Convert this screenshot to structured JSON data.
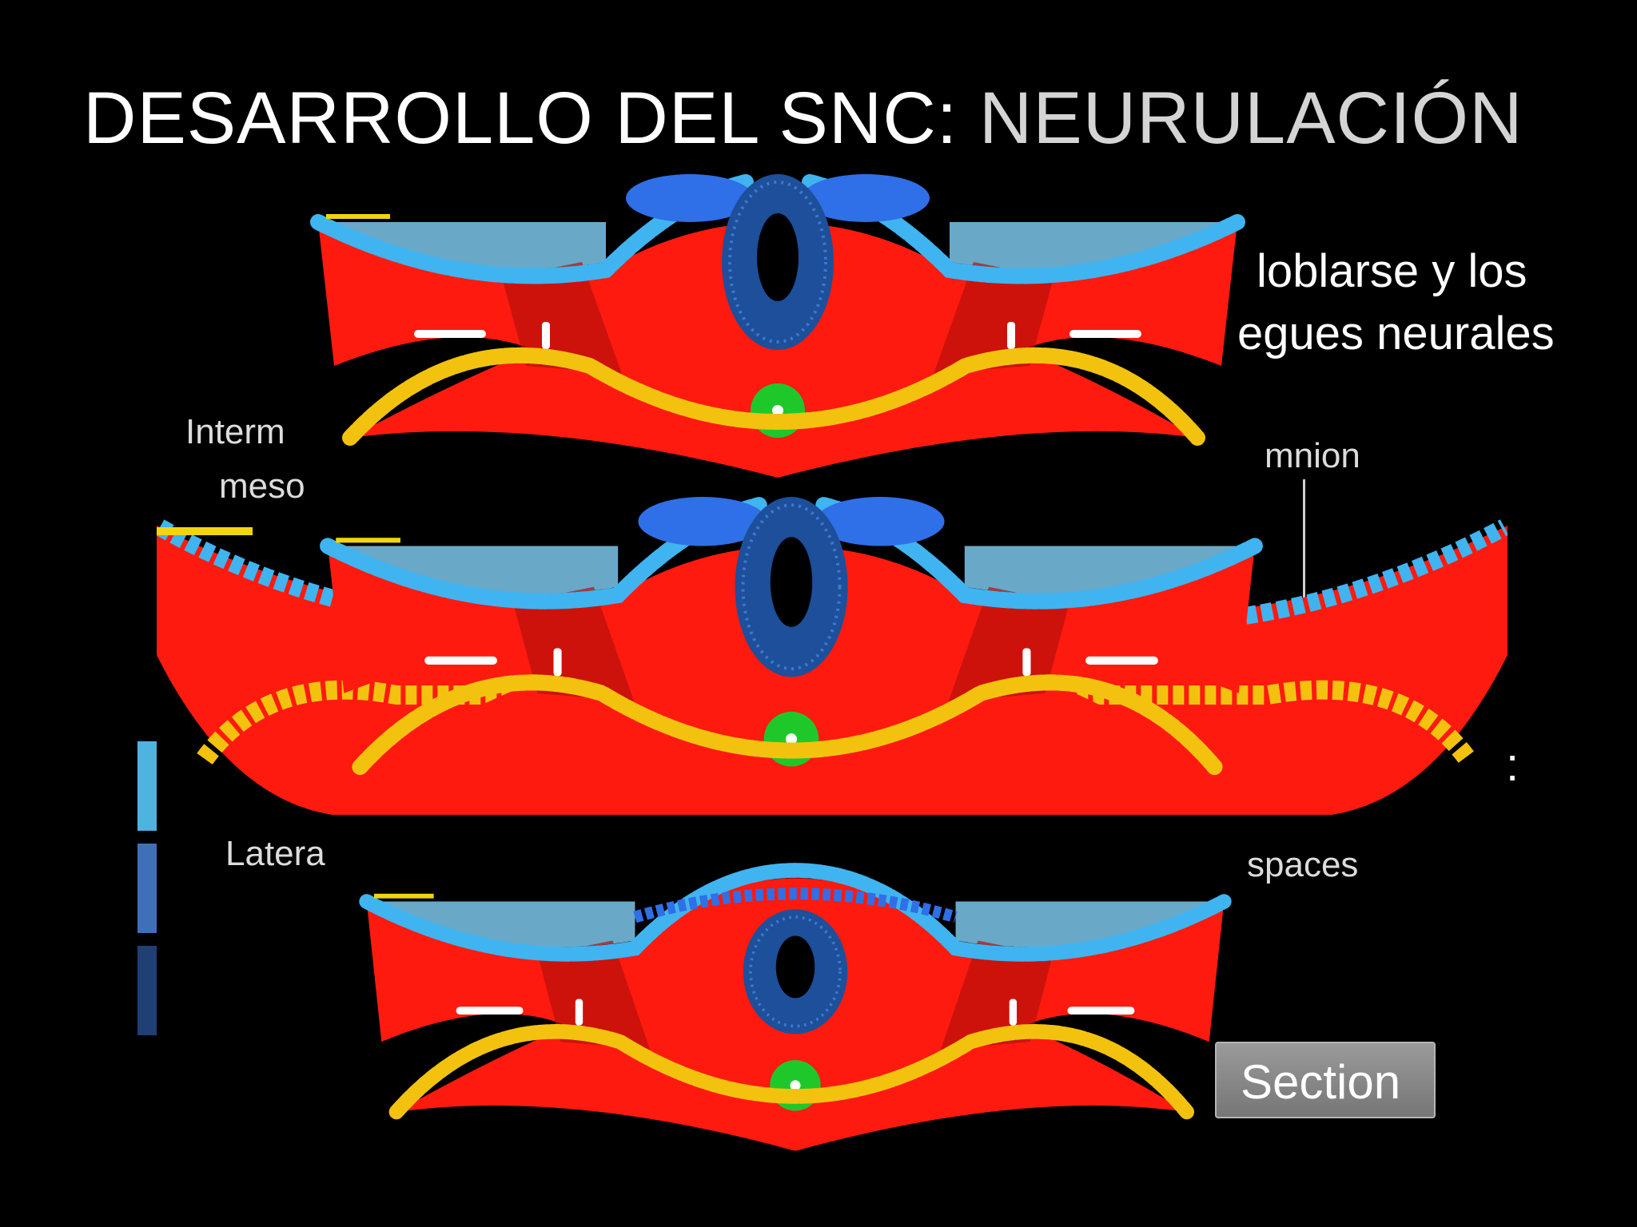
{
  "slide": {
    "title_part1": "DESARROLLO DEL SNC: ",
    "title_part2": "NEURULACIÓN",
    "body_line1": "loblarse y los",
    "body_line2": "egues neurales",
    "colon": ":"
  },
  "labels": {
    "interm": "Interm",
    "meso": "meso",
    "amnion": "mnion",
    "latera": "Latera",
    "spaces": "spaces"
  },
  "button": {
    "section_label": "Section"
  },
  "legend_colors": [
    "#4fb3e0",
    "#3f6fb8",
    "#1f3f75"
  ],
  "colors": {
    "mesoderm": "#ff1a0f",
    "neural_tube": "#1d4f9a",
    "neural_crest": "#2f6fe8",
    "ectoderm": "#3fb4f0",
    "endoderm": "#f2c20f",
    "notochord": "#1fc82a",
    "amniotic_cavity": "#6aa8c8"
  },
  "stages": [
    {
      "name": "stage-1"
    },
    {
      "name": "stage-2"
    },
    {
      "name": "stage-3"
    }
  ]
}
